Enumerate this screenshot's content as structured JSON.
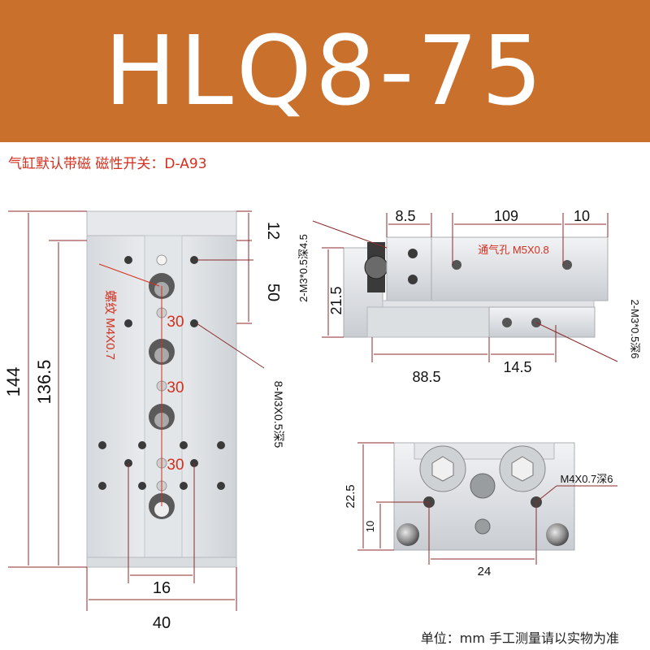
{
  "title": "HLQ8-75",
  "note": "气缸默认带磁  磁性开关：D-A93",
  "footer": "单位：mm 手工测量请以实物为准",
  "front_view": {
    "dims": {
      "d12": "12",
      "d50": "50",
      "d144": "144",
      "d136_5": "136.5",
      "d16": "16",
      "d40": "40"
    },
    "pitch": [
      "30",
      "30",
      "30"
    ],
    "thread_label": "螺纹 M4X0.7",
    "hole_label": "8-M3X0.5深5"
  },
  "side_view": {
    "dims": {
      "d8_5": "8.5",
      "d109": "109",
      "d10": "10",
      "d21_5": "21.5",
      "d88_5": "88.5",
      "d14_5": "14.5"
    },
    "left_label": "2-M3*0.5深4.5",
    "right_label": "2-M3*0.5深6",
    "vent_label": "通气孔 M5X0.8"
  },
  "end_view": {
    "dims": {
      "d22_5": "22.5",
      "d10": "10",
      "d24": "24"
    },
    "hole_label": "M4X0.7深6"
  },
  "colors": {
    "banner": "#c8702c",
    "accent": "#d42f1e",
    "dim_line": "#8b2b2b"
  }
}
